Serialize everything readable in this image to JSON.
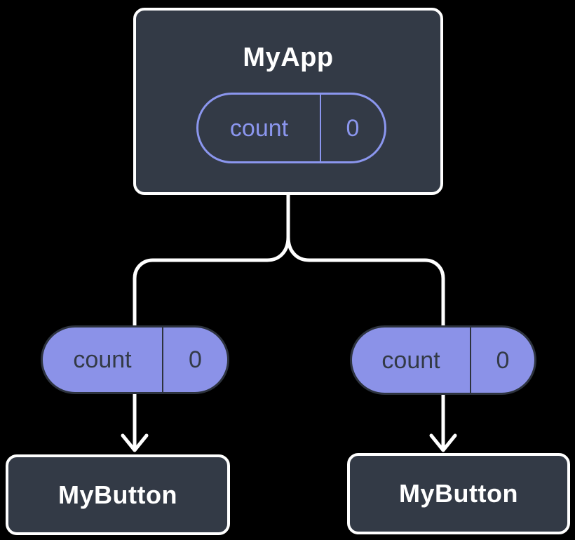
{
  "diagram": {
    "type": "react-component-tree",
    "root_node": {
      "title": "MyApp",
      "state_pill": {
        "name": "count",
        "value": "0"
      }
    },
    "children": [
      {
        "prop_pill": {
          "name": "count",
          "value": "0"
        },
        "node_title": "MyButton"
      },
      {
        "prop_pill": {
          "name": "count",
          "value": "0"
        },
        "node_title": "MyButton"
      }
    ],
    "colors": {
      "background": "#000000",
      "node_fill": "#333A46",
      "node_border": "#FFFFFF",
      "node_text": "#FFFFFF",
      "state_pill_outline": "#8B96EE",
      "state_pill_text": "#8B96EE",
      "prop_pill_fill": "#8B92E8",
      "prop_pill_border": "#2D333E",
      "prop_pill_text": "#333A46",
      "connector": "#FFFFFF"
    }
  }
}
